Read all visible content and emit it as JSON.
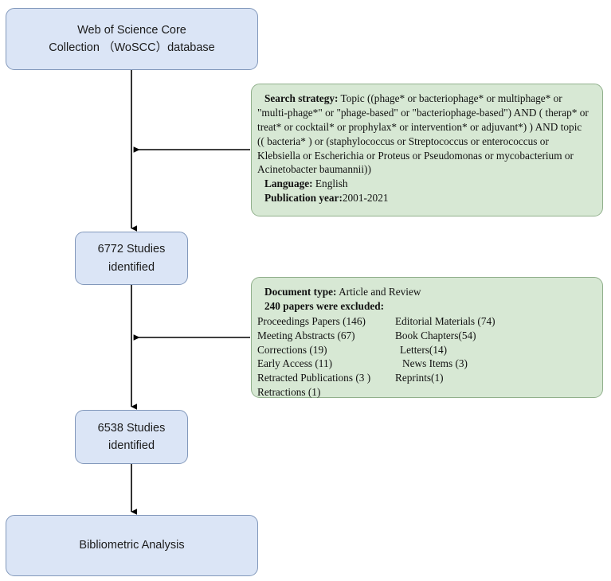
{
  "diagram": {
    "title": "Bibliometric study-selection flow diagram",
    "colors": {
      "box_blue_fill": "#dbe5f6",
      "box_blue_border": "#8298bb",
      "box_green_fill": "#d7e8d4",
      "box_green_border": "#91b08c",
      "connector": "#000000",
      "text": "#111111"
    }
  },
  "nodes": {
    "source_database": {
      "line1": "Web of Science Core",
      "line2": "Collection （WoSCC）database"
    },
    "identified_first": {
      "line1": "6772 Studies",
      "line2": "identified"
    },
    "identified_second": {
      "line1": "6538 Studies",
      "line2": "identified"
    },
    "analysis": {
      "line1": "Bibliometric Analysis"
    }
  },
  "search_strategy": {
    "label": "Search strategy:",
    "query_line1": "Topic ((phage* or bacteriophage* or multiphage* or",
    "query_line2": "\"multi-phage*\" or \"phage-based\" or \"bacteriophage-based\") AND ( therap* or",
    "query_line3": "treat* or cocktail* or prophylax* or intervention* or adjuvant*) ) AND topic",
    "query_line4": "(( bacteria* ) or (staphylococcus or Streptococcus or enterococcus or",
    "query_line5": "Klebsiella or Escherichia or Proteus or Pseudomonas or mycobacterium or",
    "query_line6": "Acinetobacter baumannii))",
    "language_label": "Language:",
    "language_value": "English",
    "year_label": "Publication year:",
    "year_value": "2001-2021"
  },
  "exclusion_criteria": {
    "doctype_label": "Document type:",
    "doctype_value": "Article and Review",
    "excluded_headline": "240 papers were excluded:",
    "excluded_rows": [
      {
        "left": "Proceedings Papers (146)",
        "right": "Editorial Materials (74)"
      },
      {
        "left": "Meeting Abstracts (67)",
        "right": "Book Chapters(54)"
      },
      {
        "left": "Corrections (19)",
        "right": "Letters(14)"
      },
      {
        "left": "Early Access  (11)",
        "right": "News Items (3)"
      },
      {
        "left": "Retracted Publications (3 )",
        "right": "Reprints(1)"
      },
      {
        "left": "Retractions (1)",
        "right": ""
      }
    ]
  }
}
